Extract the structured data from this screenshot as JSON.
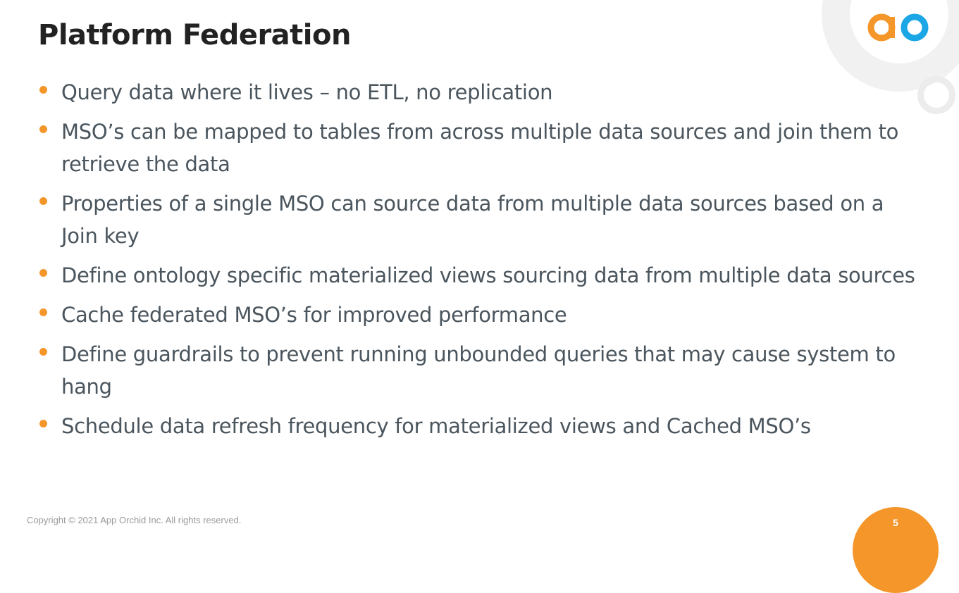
{
  "slide": {
    "title": "Platform Federation",
    "bullets": [
      "Query data where it lives – no ETL, no replication",
      "MSO’s can be mapped to tables from across multiple data sources and join them to retrieve the data",
      "Properties of a single MSO can source data from multiple data sources based on a Join key",
      "Define ontology specific materialized views sourcing data from multiple data sources",
      "Cache federated MSO’s for improved performance",
      "Define guardrails to prevent running unbounded queries that may cause system to hang",
      "Schedule data refresh frequency for materialized views and Cached MSO’s"
    ],
    "footer": "Copyright © 2021 App Orchid Inc. All rights reserved.",
    "page_number": "5"
  },
  "logo": {
    "icon": "ao-logo-icon",
    "colors": {
      "a": "#f5962a",
      "o": "#1ba6e6"
    }
  },
  "theme": {
    "accent": "#f5962a",
    "text": "#4a555d",
    "title": "#222222",
    "ring": "#f1f1f1"
  }
}
